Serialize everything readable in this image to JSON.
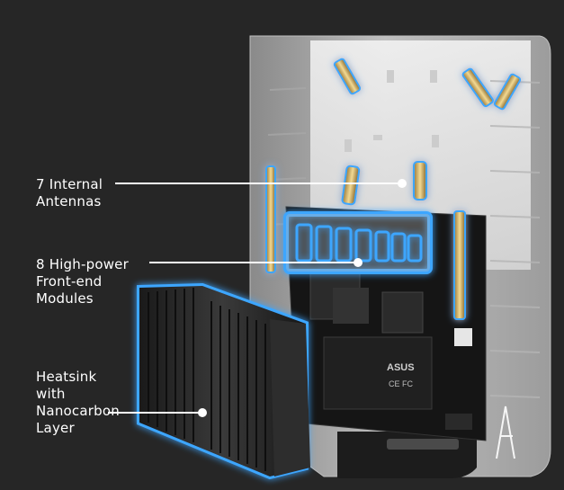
{
  "labels": {
    "antennas": [
      "7 Internal",
      "Antennas"
    ],
    "fem": [
      "8 High-power",
      "Front-end",
      "Modules"
    ],
    "heatsink": [
      "Heatsink",
      "with",
      "Nanocarbon",
      "Layer"
    ]
  },
  "device": {
    "board_brand": "ASUS",
    "board_marks": "CE FC"
  },
  "colors": {
    "background": "#262626",
    "glow": "#3ea6ff",
    "gold": "#d7b56a",
    "line": "#ffffff"
  }
}
